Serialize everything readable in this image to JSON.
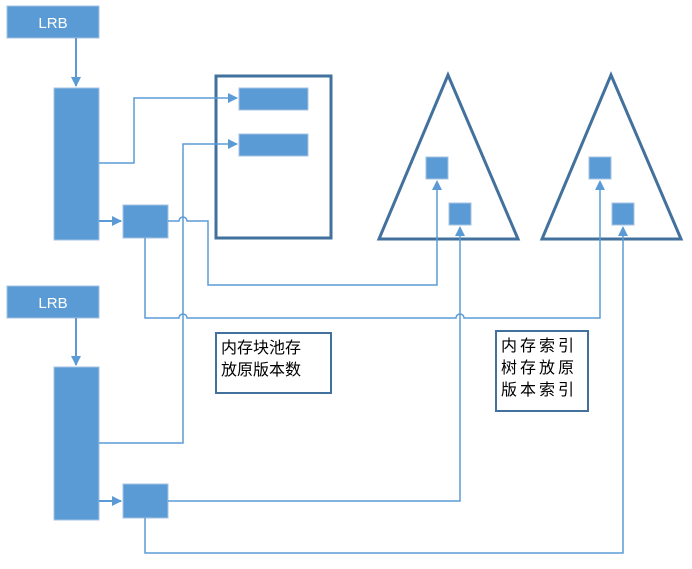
{
  "diagram": {
    "lrb_top": {
      "label": "LRB"
    },
    "lrb_bottom": {
      "label": "LRB"
    },
    "note_memory_pool": {
      "lines": [
        "内存块池存",
        "放原版本数"
      ]
    },
    "note_index_tree": {
      "lines": [
        "内存索引",
        "树存放原",
        "版本索引"
      ]
    }
  },
  "colors": {
    "block_fill": "#5b9bd5",
    "block_stroke": "#a5c3e4",
    "frame_stroke": "#41719c",
    "connector": "#5b9bd5"
  }
}
